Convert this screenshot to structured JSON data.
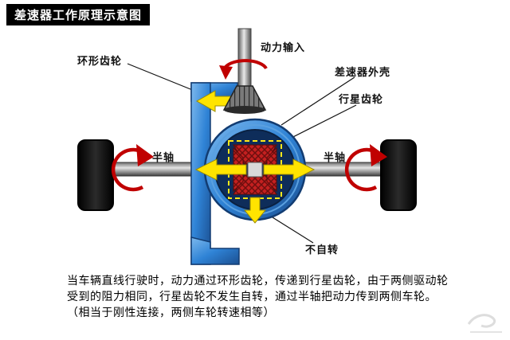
{
  "title": "差速器工作原理示意图",
  "labels": {
    "ring_gear": "环形齿轮",
    "power_input": "动力输入",
    "housing": "差速器外壳",
    "planet_gear": "行星齿轮",
    "half_shaft_left": "半轴",
    "half_shaft_right": "半轴",
    "no_self_rotation": "不自转"
  },
  "caption": "当车辆直线行驶时，动力通过环形齿轮，传递到行星齿轮，由于两侧驱动轮受到的阻力相同，行星齿轮不发生自转，通过半轴把动力传到两侧车轮。（相当于刚性连接，两侧车轮转速相等）",
  "colors": {
    "title_bg": "#000000",
    "title_text": "#ffffff",
    "housing_blue": "#2f83d6",
    "case_inner_blue": "#0e2d5a",
    "gear_red": "#c42020",
    "arrow_yellow": "#ffe400",
    "rotation_arrow_red": "#c00000",
    "shaft_gray": "#bfbfbf",
    "wheel_black": "#141414"
  }
}
